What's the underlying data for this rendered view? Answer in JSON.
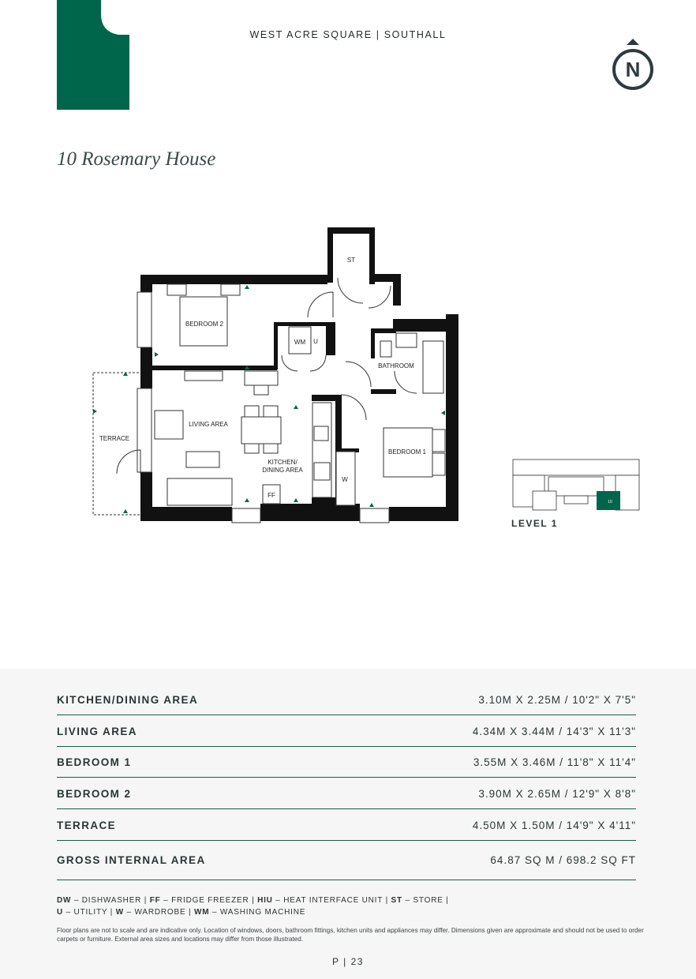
{
  "header": {
    "title": "WEST ACRE SQUARE | SOUTHALL",
    "north_label": "N"
  },
  "brand_color": "#00664b",
  "apartment": {
    "title": "10 Rosemary House"
  },
  "plan_labels": {
    "st": "ST",
    "bedroom2": "BEDROOM 2",
    "wm": "WM",
    "u": "U",
    "bathroom": "BATHROOM",
    "living": "LIVING AREA",
    "terrace": "TERRACE",
    "kitchen_line1": "KITCHEN/",
    "kitchen_line2": "DINING AREA",
    "bedroom1": "BEDROOM 1",
    "w": "W",
    "ff": "FF"
  },
  "key_plan": {
    "level": "LEVEL 1",
    "unit_number": "10"
  },
  "dimensions": [
    {
      "room": "KITCHEN/DINING AREA",
      "size": "3.10M X 2.25M / 10'2\" X 7'5\""
    },
    {
      "room": "LIVING AREA",
      "size": "4.34M X 3.44M / 14'3\" X 11'3\""
    },
    {
      "room": "BEDROOM 1",
      "size": "3.55M X 3.46M / 11'8\" X 11'4\""
    },
    {
      "room": "BEDROOM 2",
      "size": "3.90M X 2.65M / 12'9\" X 8'8\""
    },
    {
      "room": "TERRACE",
      "size": "4.50M X 1.50M / 14'9\" X 4'11\""
    },
    {
      "room": "GROSS INTERNAL AREA",
      "size": "64.87 SQ M / 698.2 SQ FT"
    }
  ],
  "legend": {
    "dw_abbr": "DW",
    "dw_text": " – DISHWASHER | ",
    "ff_abbr": "FF",
    "ff_text": " – FRIDGE FREEZER | ",
    "hiu_abbr": "HIU",
    "hiu_text": " – HEAT INTERFACE UNIT | ",
    "st_abbr": "ST",
    "st_text": " – STORE |",
    "u_abbr": "U",
    "u_text": " – UTILITY | ",
    "w_abbr": "W",
    "w_text": " – WARDROBE | ",
    "wm_abbr": "WM",
    "wm_text": " – WASHING MACHINE"
  },
  "disclaimer": "Floor plans are not to scale and are indicative only. Location of windows, doors, bathroom fittings, kitchen units and appliances may differ. Dimensions given are approximate and should not be used to order carpets or furniture. External area sizes and locations may differ from those illustrated.",
  "page": {
    "number": "P | 23"
  }
}
